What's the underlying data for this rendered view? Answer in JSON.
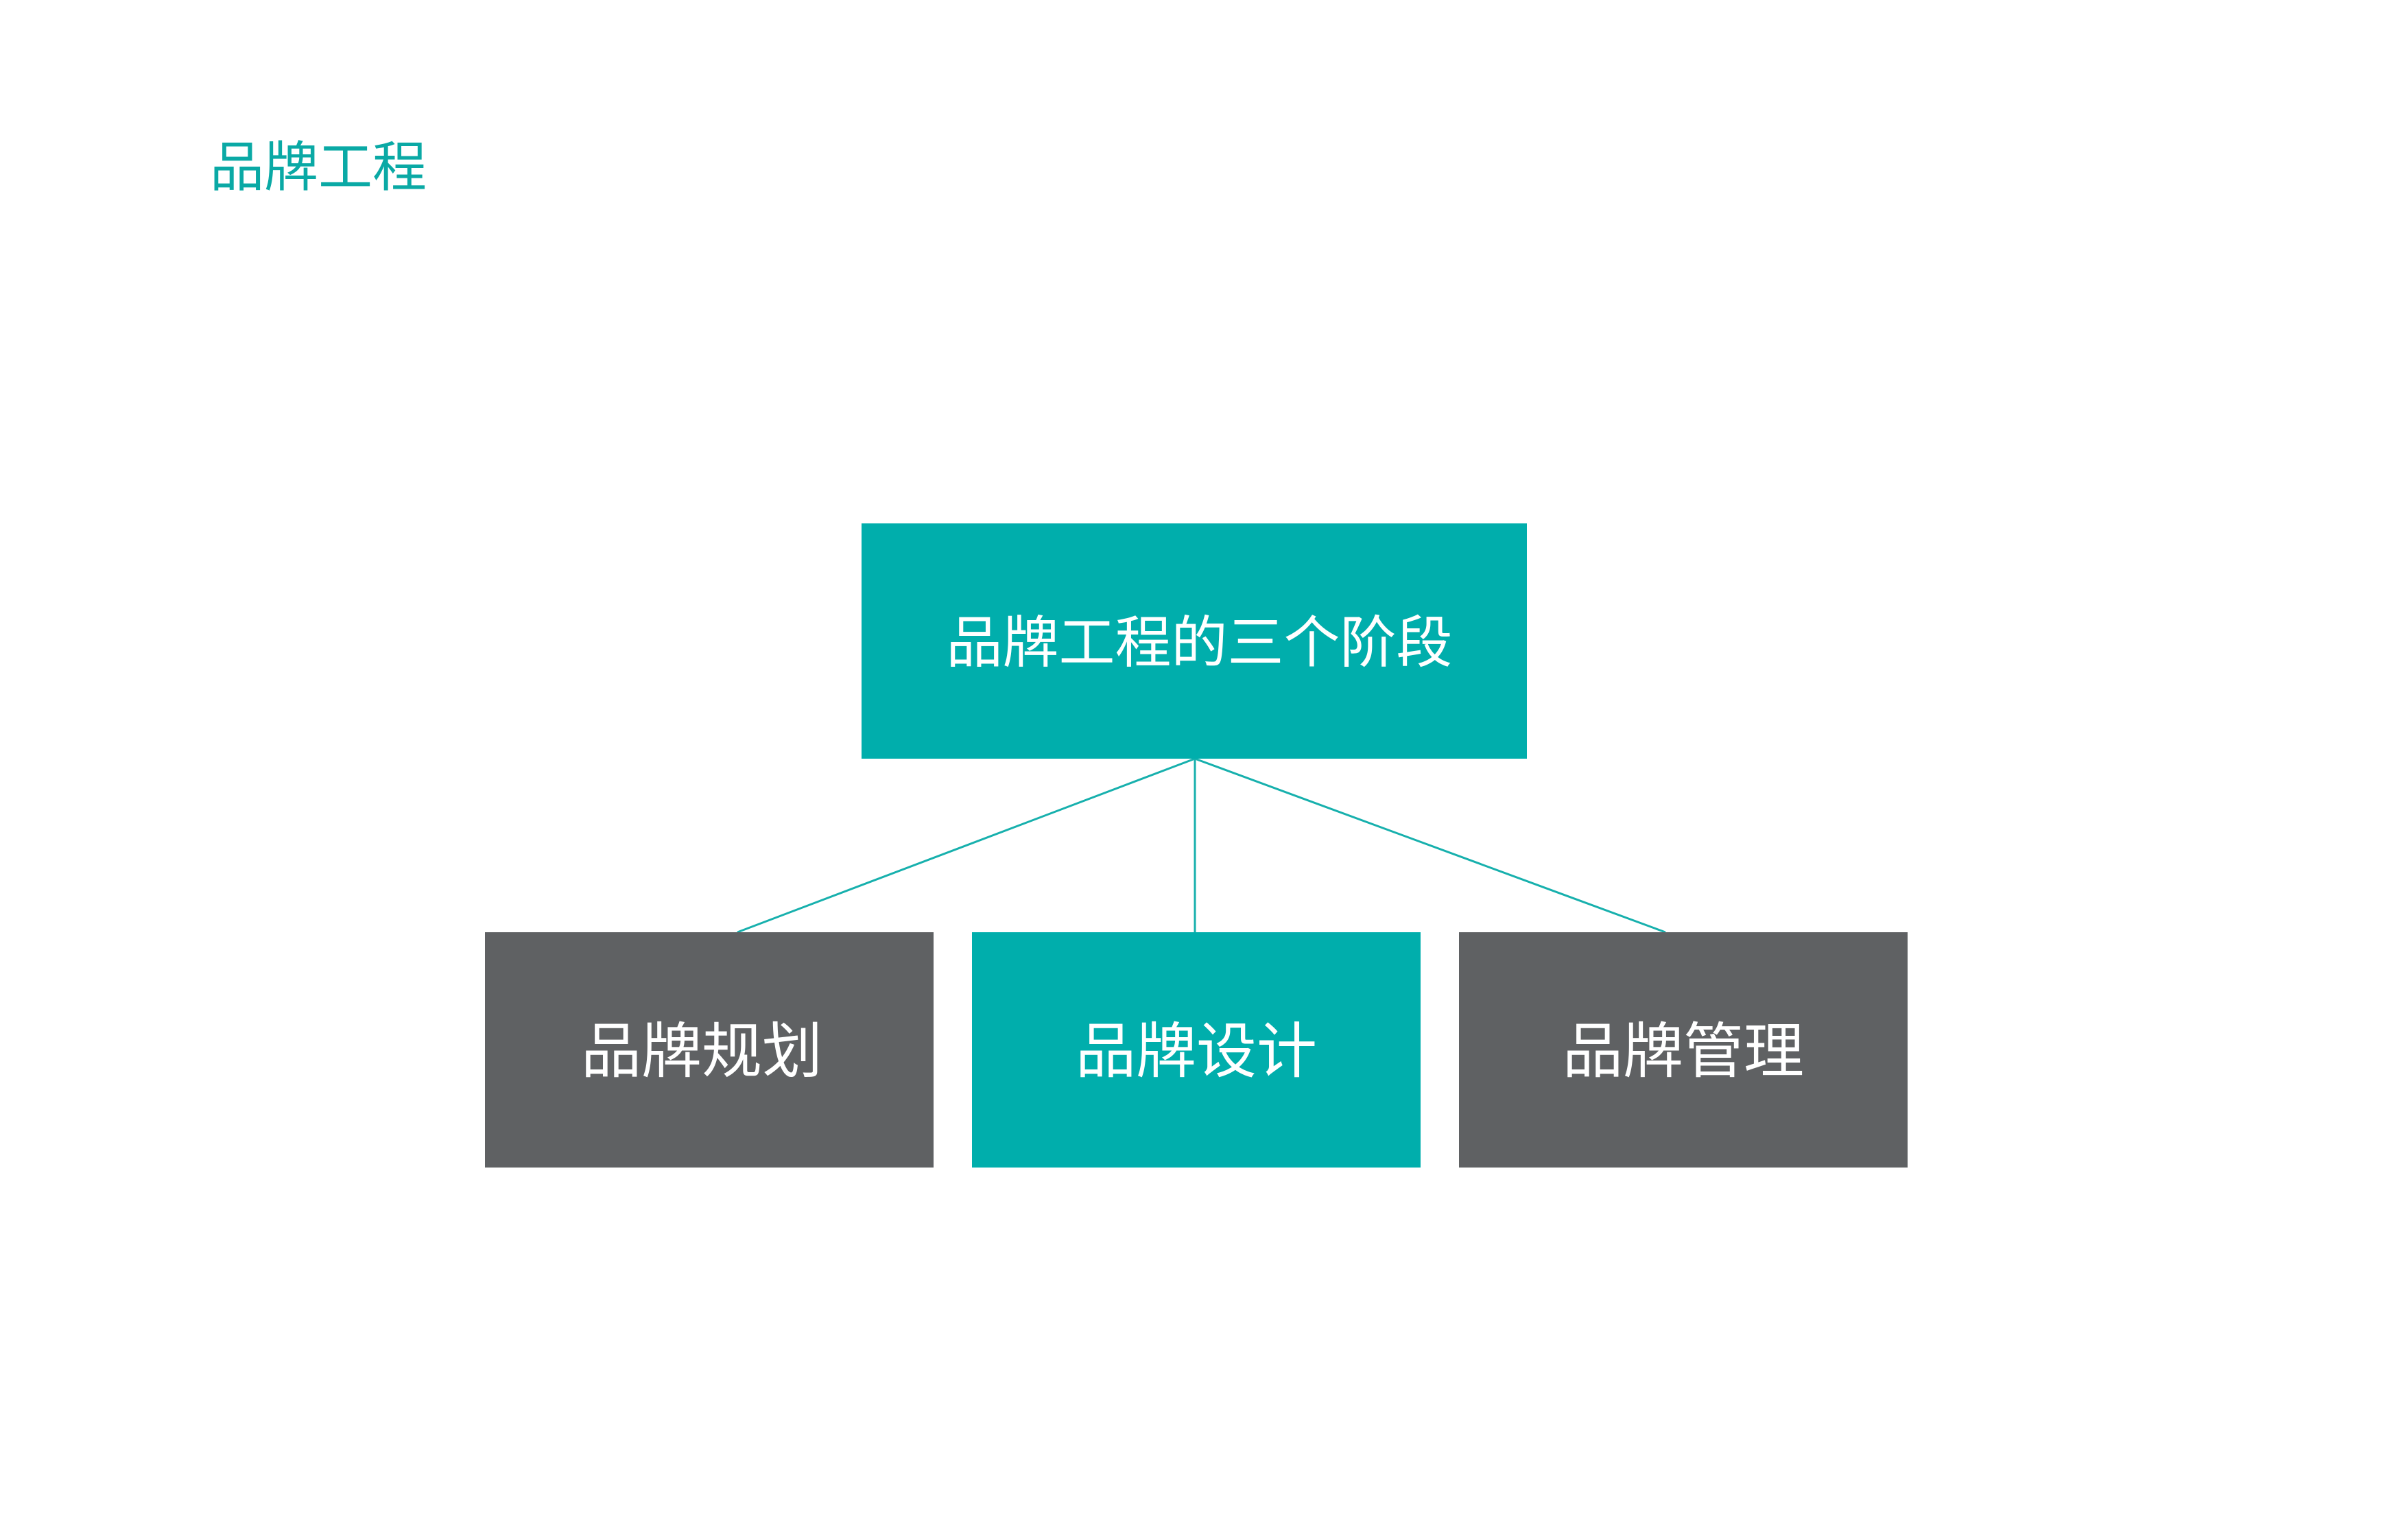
{
  "page": {
    "title": "品牌工程"
  },
  "colors": {
    "accent": "#00aeac",
    "neutral": "#5f6163",
    "title": "#0aa9a5",
    "connector": "#17b0ad",
    "text_on_box": "#ffffff"
  },
  "diagram": {
    "root": {
      "label": "品牌工程的三个阶段",
      "color": "#00aeac"
    },
    "children": [
      {
        "label": "品牌规划",
        "color": "#5f6163"
      },
      {
        "label": "品牌设计",
        "color": "#00aeac"
      },
      {
        "label": "品牌管理",
        "color": "#5f6163"
      }
    ]
  }
}
